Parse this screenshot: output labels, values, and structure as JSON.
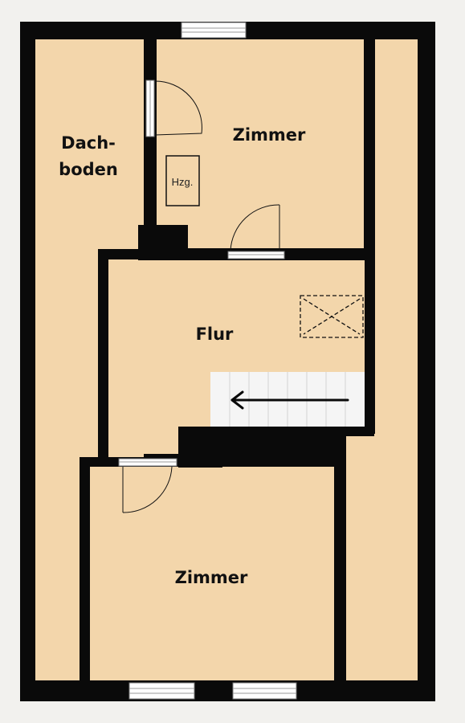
{
  "colors": {
    "background": "#f2f1ee",
    "floor": "#f3d6ab",
    "wall": "#0a0a0a",
    "stairs": "#f5f5f5",
    "window": "#ffffff"
  },
  "rooms": {
    "attic_line1": "Dach-",
    "attic_line2": "boden",
    "room_top": "Zimmer",
    "hallway": "Flur",
    "room_bottom": "Zimmer",
    "heating": "Hzg."
  },
  "icons": {
    "stairs_arrow": "arrow-left-icon",
    "attic_hatch": "hatch-cross-icon"
  }
}
